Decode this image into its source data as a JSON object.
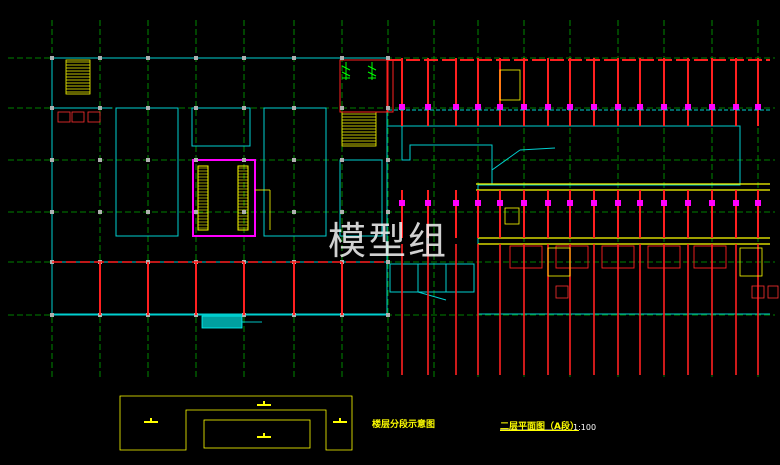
{
  "watermark": "模型组",
  "key_plan_title": "楼层分段示意图",
  "plan_title": "二层平面图（A段）",
  "scale": "1:100",
  "colors": {
    "background": "#000000",
    "grid": "#00c800",
    "wall": "#00d0d0",
    "column": "#ff2020",
    "stair": "#ffff00",
    "equipment": "#ff00ff",
    "text": "#ffff00"
  }
}
